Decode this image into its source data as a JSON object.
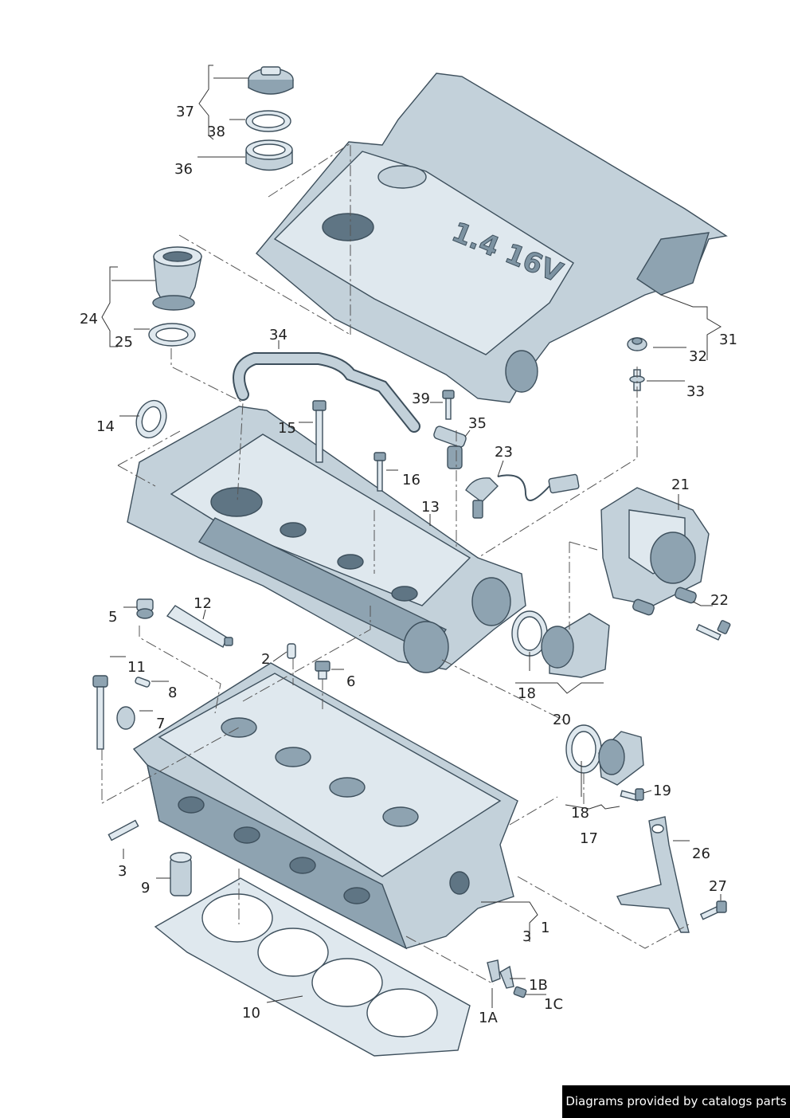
{
  "callouts": [
    {
      "id": "1",
      "label": "1"
    },
    {
      "id": "1a",
      "label": "1A"
    },
    {
      "id": "1b",
      "label": "1B"
    },
    {
      "id": "1c",
      "label": "1C"
    },
    {
      "id": "2",
      "label": "2"
    },
    {
      "id": "3a",
      "label": "3"
    },
    {
      "id": "3b",
      "label": "3"
    },
    {
      "id": "5",
      "label": "5"
    },
    {
      "id": "6",
      "label": "6"
    },
    {
      "id": "7",
      "label": "7"
    },
    {
      "id": "8",
      "label": "8"
    },
    {
      "id": "9",
      "label": "9"
    },
    {
      "id": "10",
      "label": "10"
    },
    {
      "id": "11",
      "label": "11"
    },
    {
      "id": "12",
      "label": "12"
    },
    {
      "id": "13",
      "label": "13"
    },
    {
      "id": "14",
      "label": "14"
    },
    {
      "id": "15",
      "label": "15"
    },
    {
      "id": "16",
      "label": "16"
    },
    {
      "id": "17",
      "label": "17"
    },
    {
      "id": "18a",
      "label": "18"
    },
    {
      "id": "18b",
      "label": "18"
    },
    {
      "id": "19",
      "label": "19"
    },
    {
      "id": "20",
      "label": "20"
    },
    {
      "id": "21",
      "label": "21"
    },
    {
      "id": "22",
      "label": "22"
    },
    {
      "id": "23",
      "label": "23"
    },
    {
      "id": "24",
      "label": "24"
    },
    {
      "id": "25",
      "label": "25"
    },
    {
      "id": "26",
      "label": "26"
    },
    {
      "id": "27",
      "label": "27"
    },
    {
      "id": "31",
      "label": "31"
    },
    {
      "id": "32",
      "label": "32"
    },
    {
      "id": "33",
      "label": "33"
    },
    {
      "id": "34",
      "label": "34"
    },
    {
      "id": "35",
      "label": "35"
    },
    {
      "id": "36",
      "label": "36"
    },
    {
      "id": "37",
      "label": "37"
    },
    {
      "id": "38",
      "label": "38"
    },
    {
      "id": "39",
      "label": "39"
    }
  ],
  "engine_cover_marking": "1.4 16V",
  "credit": "Diagrams provided by catalogs parts",
  "colors": {
    "part_fill": "#c3d1da",
    "part_outline": "#3d4f5c",
    "credit_bg": "#000000"
  }
}
